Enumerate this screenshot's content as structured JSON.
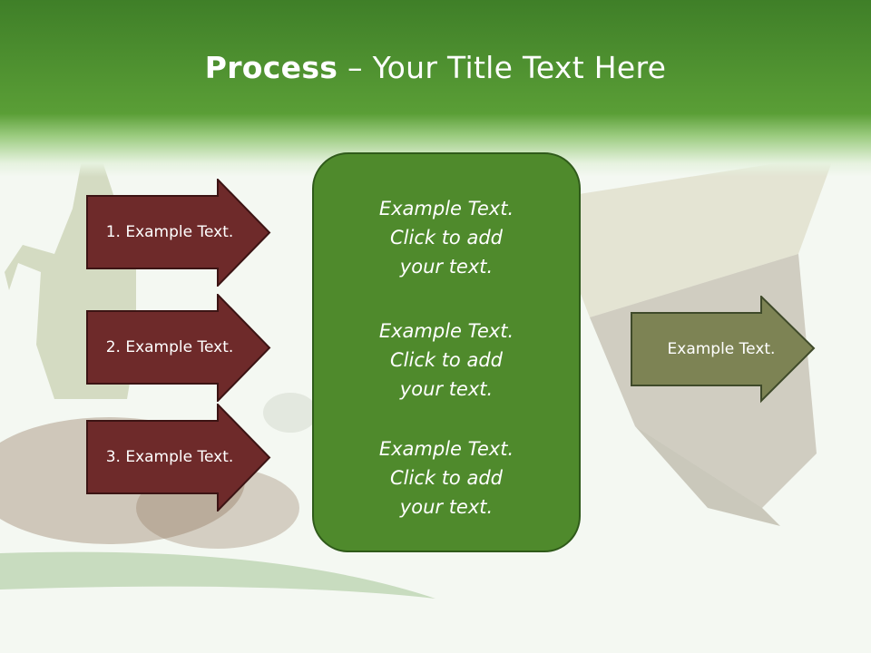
{
  "title": {
    "strong": "Process",
    "rest": " – Your Title Text Here"
  },
  "left_arrows": [
    {
      "label": "1. Example Text."
    },
    {
      "label": "2. Example Text."
    },
    {
      "label": "3. Example Text."
    }
  ],
  "center_blocks": [
    {
      "line1": "Example Text.",
      "line2": "Click  to add",
      "line3": "your text."
    },
    {
      "line1": "Example Text.",
      "line2": "Click  to add",
      "line3": "your text."
    },
    {
      "line1": "Example Text.",
      "line2": "Click  to add",
      "line3": "your text."
    }
  ],
  "right_arrow": {
    "label": "Example Text."
  },
  "colors": {
    "header_green": "#5a9e36",
    "left_arrow_fill": "#6e2a2a",
    "center_box_fill": "#4f8a2c",
    "right_arrow_fill": "#7d8354"
  }
}
